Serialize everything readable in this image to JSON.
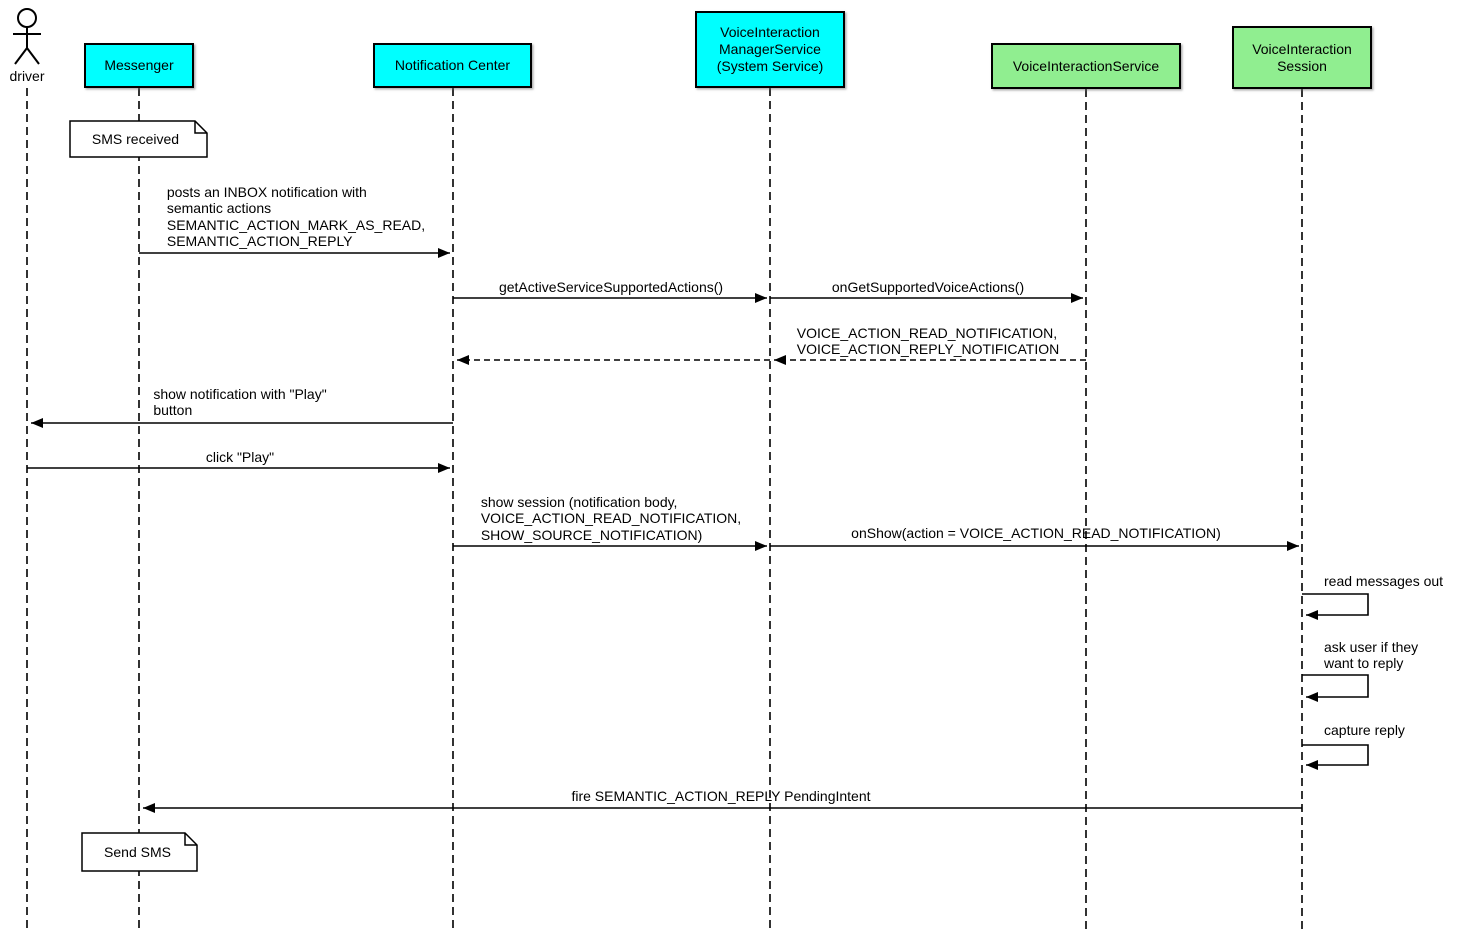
{
  "diagram_type": "uml-sequence",
  "actor": {
    "label": "driver"
  },
  "participants": [
    {
      "label": "Messenger",
      "fill": "#00FFFF"
    },
    {
      "label": "Notification Center",
      "fill": "#00FFFF"
    },
    {
      "label": "VoiceInteraction\nManagerService\n(System Service)",
      "fill": "#00FFFF"
    },
    {
      "label": "VoiceInteractionService",
      "fill": "#90EE90"
    },
    {
      "label": "VoiceInteraction\nSession",
      "fill": "#90EE90"
    }
  ],
  "notes": [
    {
      "text": "SMS received",
      "over": "Messenger"
    },
    {
      "text": "Send SMS",
      "over": "Messenger"
    }
  ],
  "messages": [
    {
      "from": "Messenger",
      "to": "Notification Center",
      "style": "solid",
      "text": "posts an INBOX notification with\nsemantic actions\nSEMANTIC_ACTION_MARK_AS_READ,\nSEMANTIC_ACTION_REPLY"
    },
    {
      "from": "Notification Center",
      "to": "VoiceInteraction ManagerService (System Service)",
      "style": "solid",
      "text": "getActiveServiceSupportedActions()"
    },
    {
      "from": "VoiceInteraction ManagerService (System Service)",
      "to": "VoiceInteractionService",
      "style": "solid",
      "text": "onGetSupportedVoiceActions()"
    },
    {
      "from": "VoiceInteractionService",
      "to": "Notification Center",
      "style": "dashed-return",
      "text": "VOICE_ACTION_READ_NOTIFICATION,\nVOICE_ACTION_REPLY_NOTIFICATION"
    },
    {
      "from": "Notification Center",
      "to": "driver",
      "style": "solid",
      "text": "show notification with \"Play\"\nbutton"
    },
    {
      "from": "driver",
      "to": "Notification Center",
      "style": "solid",
      "text": "click \"Play\""
    },
    {
      "from": "Notification Center",
      "to": "VoiceInteraction ManagerService (System Service)",
      "style": "solid",
      "text": "show session (notification body,\nVOICE_ACTION_READ_NOTIFICATION,\nSHOW_SOURCE_NOTIFICATION)"
    },
    {
      "from": "VoiceInteraction ManagerService (System Service)",
      "to": "VoiceInteraction Session",
      "style": "solid",
      "text": "onShow(action = VOICE_ACTION_READ_NOTIFICATION)"
    },
    {
      "from": "VoiceInteraction Session",
      "to": "VoiceInteraction Session",
      "style": "self",
      "text": "read messages out"
    },
    {
      "from": "VoiceInteraction Session",
      "to": "VoiceInteraction Session",
      "style": "self",
      "text": "ask user if they\nwant to reply"
    },
    {
      "from": "VoiceInteraction Session",
      "to": "VoiceInteraction Session",
      "style": "self",
      "text": "capture reply"
    },
    {
      "from": "VoiceInteraction Session",
      "to": "Messenger",
      "style": "solid",
      "text": "fire SEMANTIC_ACTION_REPLY PendingIntent"
    }
  ],
  "colors": {
    "cyan_participant": "#00FFFF",
    "green_participant": "#90EE90",
    "line": "#000000",
    "note_fill": "#FFFFFF",
    "background": "#FFFFFF"
  }
}
